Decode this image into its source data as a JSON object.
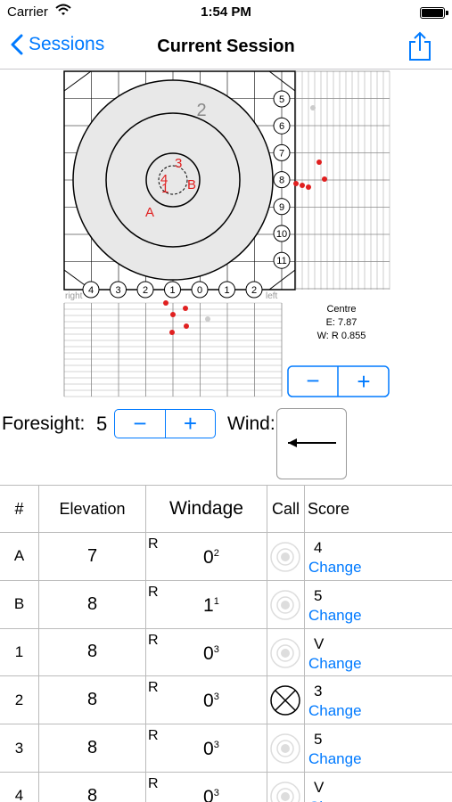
{
  "status": {
    "carrier": "Carrier",
    "time": "1:54 PM"
  },
  "nav": {
    "back_label": "Sessions",
    "title": "Current Session"
  },
  "target": {
    "elevation_marks": [
      "5",
      "6",
      "7",
      "8",
      "9",
      "10",
      "11"
    ],
    "windage_marks": [
      "4",
      "3",
      "2",
      "1",
      "0",
      "1",
      "2"
    ],
    "side_labels": {
      "right": "right",
      "left": "left"
    },
    "ring_label": "2",
    "shot_labels": [
      "3",
      "4",
      "1",
      "B",
      "A"
    ],
    "centre": {
      "title": "Centre",
      "elevation": "E: 7.87",
      "windage": "W: R 0.855"
    },
    "zoom_minus": "−",
    "zoom_plus": "+"
  },
  "foresight": {
    "label": "Foresight:",
    "value": "5",
    "minus": "−",
    "plus": "+"
  },
  "wind": {
    "label": "Wind:",
    "direction": "left"
  },
  "table": {
    "headers": {
      "number": "#",
      "elevation": "Elevation",
      "windage": "Windage",
      "call": "Call",
      "score": "Score"
    },
    "rows": [
      {
        "id": "A",
        "elevation": "7",
        "wind_dir": "R",
        "windage": "0",
        "windage_sup": "2",
        "call": "empty",
        "score": "4",
        "change": "Change"
      },
      {
        "id": "B",
        "elevation": "8",
        "wind_dir": "R",
        "windage": "1",
        "windage_sup": "1",
        "call": "empty",
        "score": "5",
        "change": "Change"
      },
      {
        "id": "1",
        "elevation": "8",
        "wind_dir": "R",
        "windage": "0",
        "windage_sup": "3",
        "call": "empty",
        "score": "V",
        "change": "Change"
      },
      {
        "id": "2",
        "elevation": "8",
        "wind_dir": "R",
        "windage": "0",
        "windage_sup": "3",
        "call": "crossed",
        "score": "3",
        "change": "Change"
      },
      {
        "id": "3",
        "elevation": "8",
        "wind_dir": "R",
        "windage": "0",
        "windage_sup": "3",
        "call": "empty",
        "score": "5",
        "change": "Change"
      },
      {
        "id": "4",
        "elevation": "8",
        "wind_dir": "R",
        "windage": "0",
        "windage_sup": "3",
        "call": "empty",
        "score": "V",
        "change": "Change"
      }
    ]
  },
  "colors": {
    "accent": "#007aff",
    "shot": "#e02020"
  }
}
